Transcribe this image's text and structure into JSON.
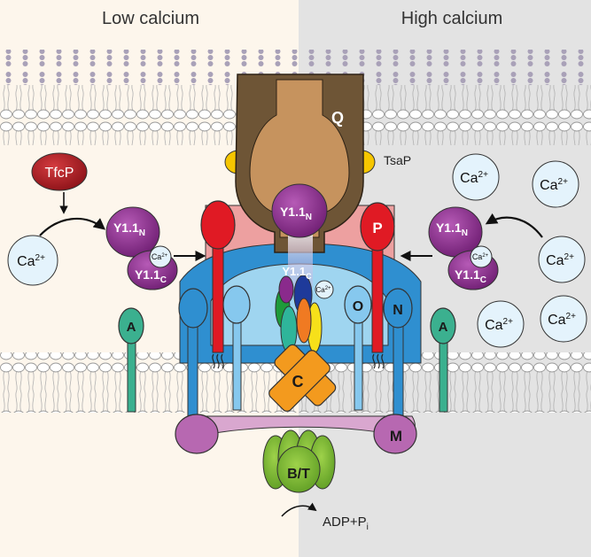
{
  "panels": {
    "left_title": "Low calcium",
    "right_title": "High calcium"
  },
  "components": {
    "q": "Q",
    "tsap": "TsaP",
    "p": "P",
    "o": "O",
    "n": "N",
    "a": "A",
    "c": "C",
    "m": "M",
    "bt": "B/T",
    "tfcp": "TfcP"
  },
  "y11": {
    "name": "Y1.1",
    "n_sub": "N",
    "c_sub": "C"
  },
  "calcium": {
    "base": "Ca",
    "charge": "2+"
  },
  "atp": {
    "text": "ADP+P",
    "sub": "i"
  },
  "colors": {
    "left_bg": "#fdf6ec",
    "right_bg": "#e3e3e3",
    "q_dark": "#6e5536",
    "q_light": "#c6935e",
    "tsap_yellow": "#f6c600",
    "p_red": "#e01a24",
    "p_pink": "#eda0a0",
    "n_blue": "#2f8fd0",
    "o_light_blue": "#86c8ee",
    "a_green": "#3bb08f",
    "c_orange": "#f39a1e",
    "m_purple": "#b768b1",
    "bt_green": "#7cbb2f",
    "y11_purple": "#8a2a8c",
    "tfcp_red": "#a11921",
    "calcium_fill": "#e4f3fc"
  }
}
